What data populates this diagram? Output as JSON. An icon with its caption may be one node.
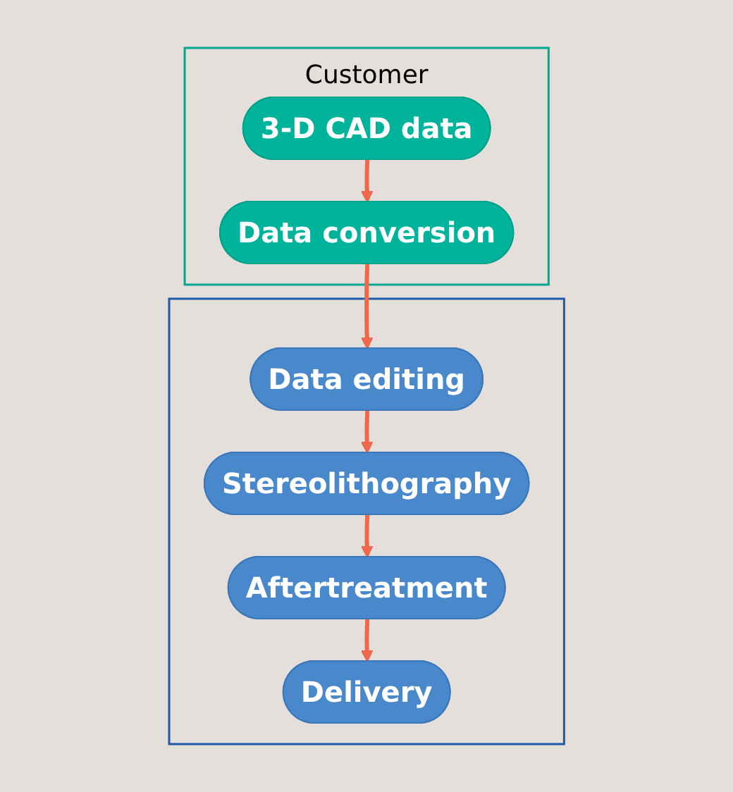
{
  "diagram": {
    "nodes": [
      {
        "text": [
          "Customer"
        ]
      },
      {
        "text": [
          "3-D CAD data"
        ],
        "in": 0
      },
      {
        "text": [
          "Data conversion"
        ],
        "in": 0
      },
      {
        "text": [],
        "shape": "box"
      },
      {
        "text": [
          "Data editing"
        ],
        "in": 3
      },
      {
        "text": [
          "Stereolithography"
        ],
        "in": 3
      },
      {
        "text": [
          "Aftertreatment"
        ],
        "in": 3
      },
      {
        "text": [
          "Delivery"
        ],
        "in": 3
      }
    ],
    "edges": [
      {
        "from": 1,
        "to": 2,
        "arrow": "to"
      },
      {
        "from": 2,
        "to": 4,
        "arrow": "to"
      },
      {
        "from": 4,
        "to": 5,
        "arrow": "to"
      },
      {
        "from": 5,
        "to": 6,
        "arrow": "to"
      },
      {
        "from": 6,
        "to": 7,
        "arrow": "to"
      }
    ]
  }
}
